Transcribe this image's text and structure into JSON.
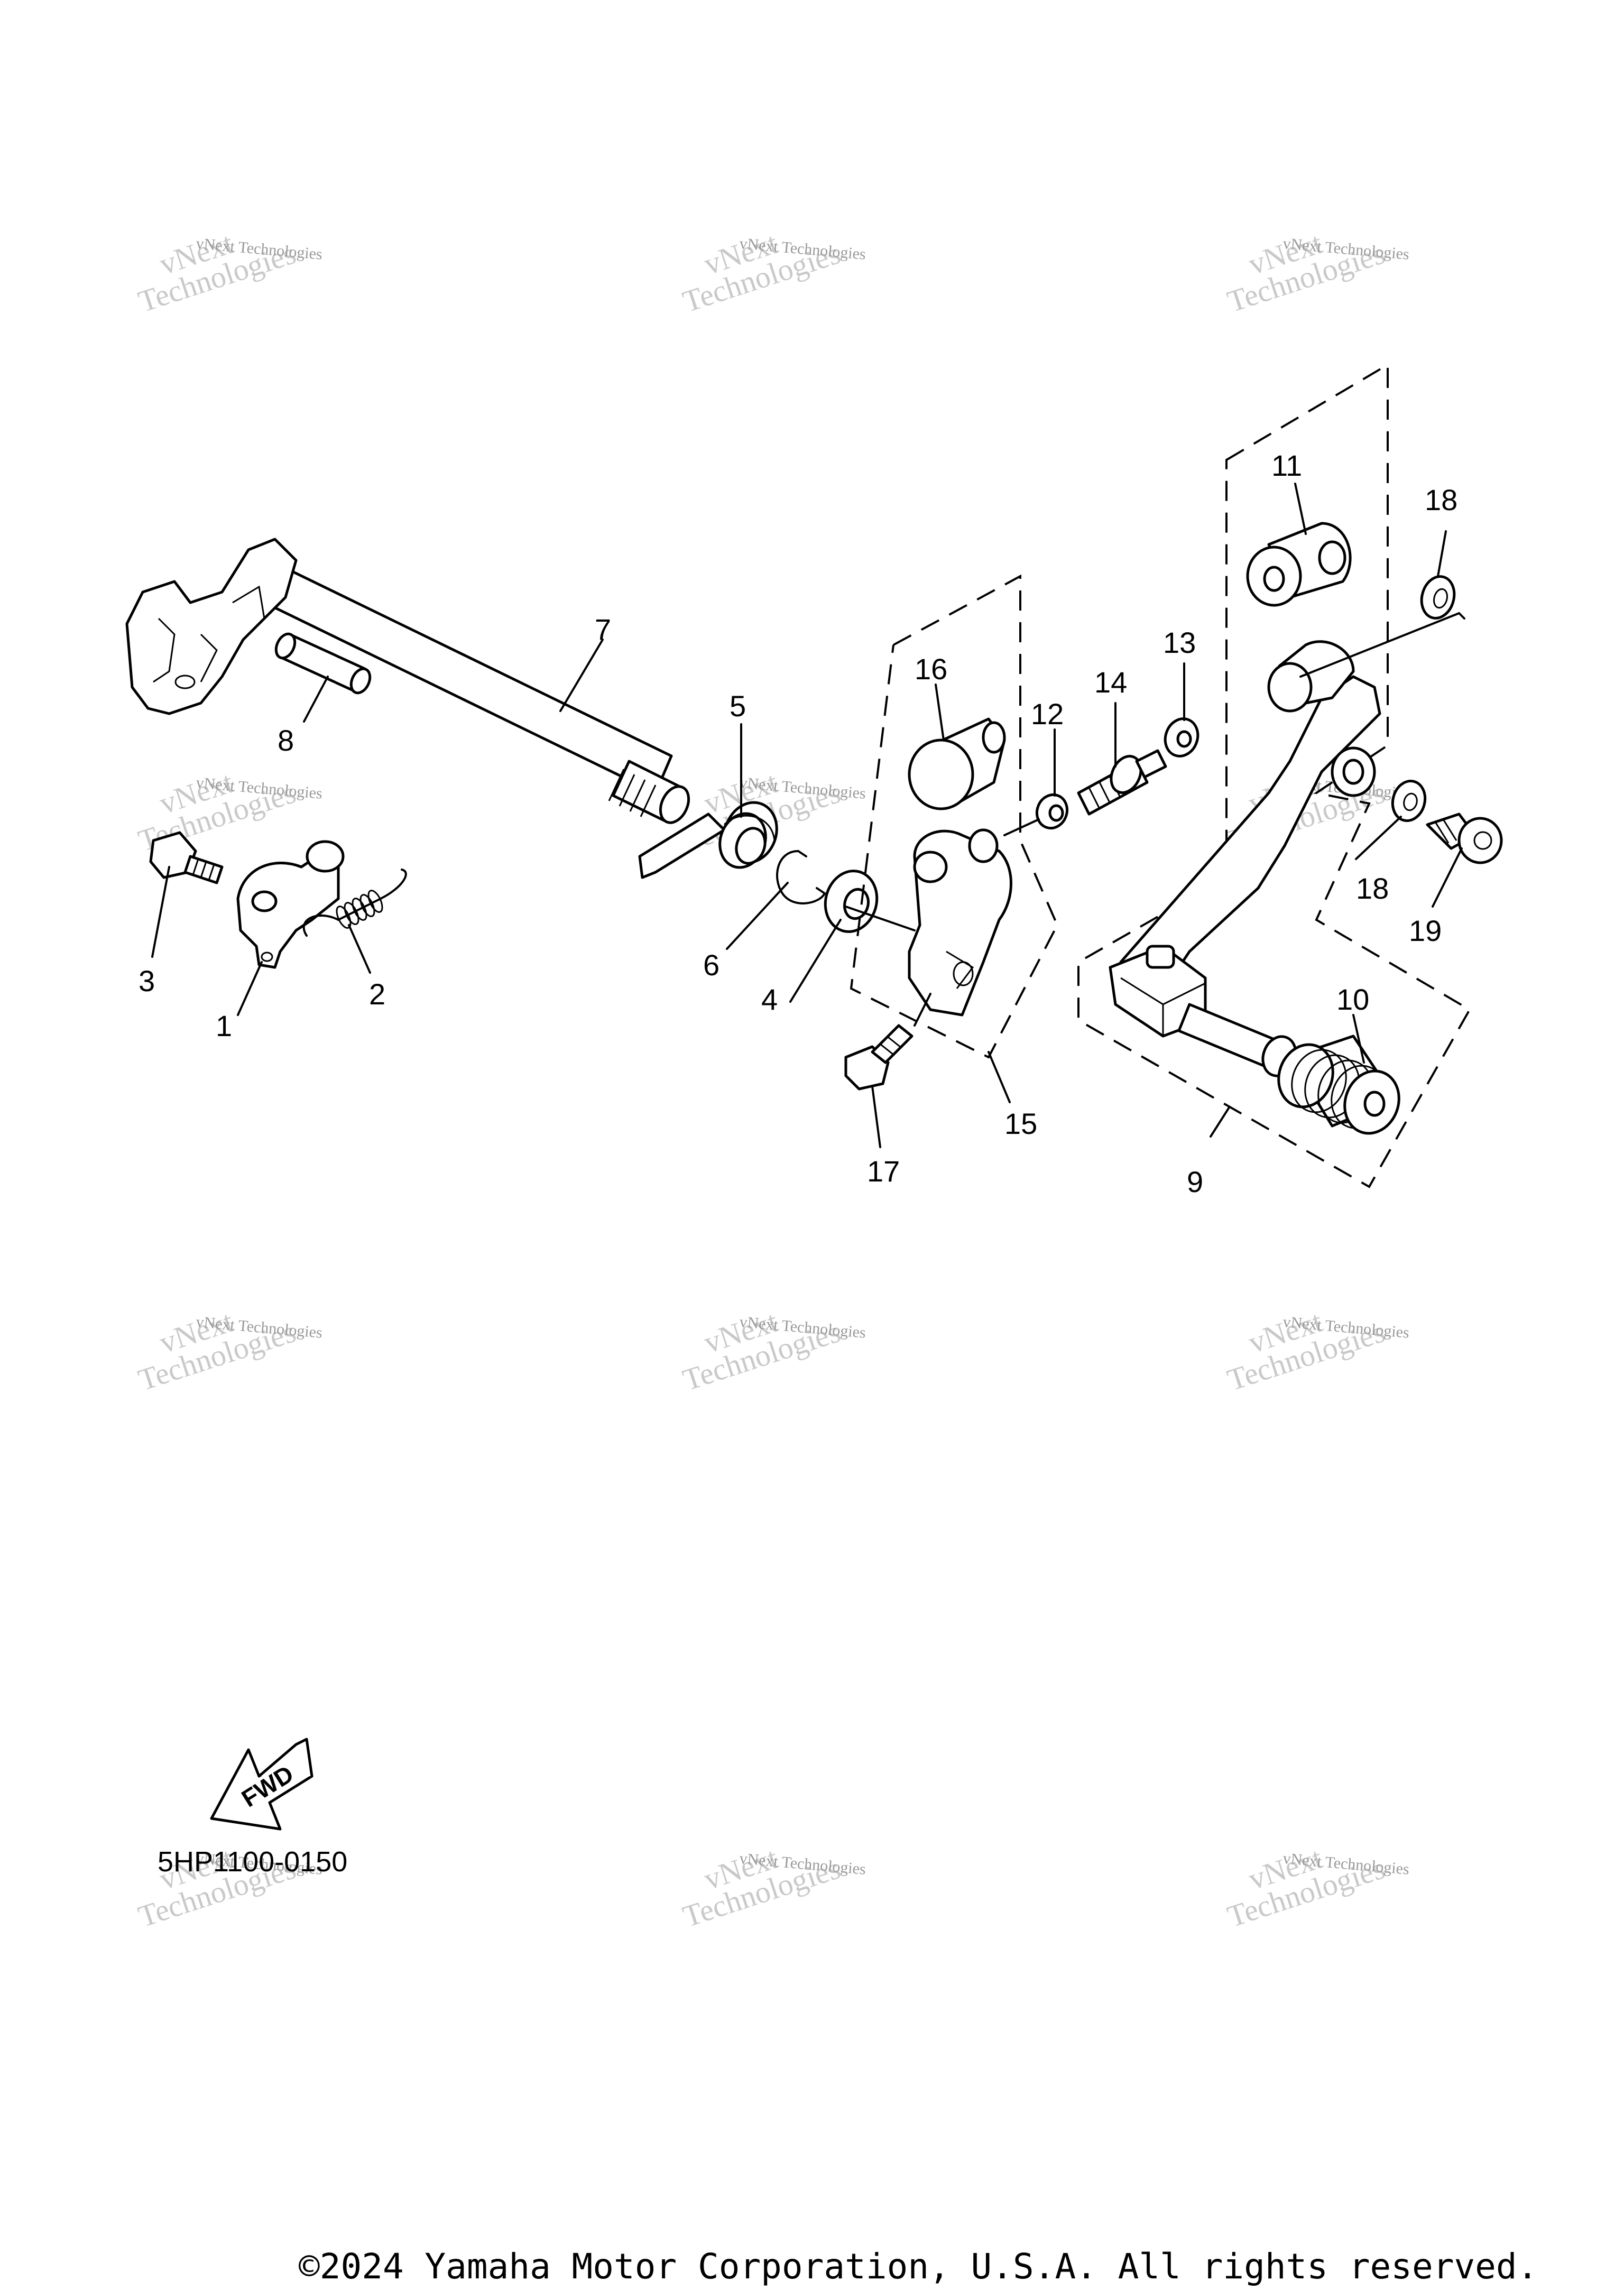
{
  "diagram": {
    "diagram_code": "5HP1100-0150",
    "copyright": "©2024 Yamaha Motor Corporation, U.S.A. All rights reserved.",
    "fwd_label": "FWD",
    "watermark": {
      "line1": "vNext Technologies",
      "line2": "vNext",
      "line3": "Technologies"
    },
    "callouts": {
      "c1": "1",
      "c2": "2",
      "c3": "3",
      "c4": "4",
      "c5": "5",
      "c6": "6",
      "c7": "7",
      "c8": "8",
      "c9": "9",
      "c10": "10",
      "c11": "11",
      "c12": "12",
      "c13": "13",
      "c14": "14",
      "c15": "15",
      "c16": "16",
      "c17": "17",
      "c18a": "18",
      "c18b": "18",
      "c19": "19"
    }
  }
}
